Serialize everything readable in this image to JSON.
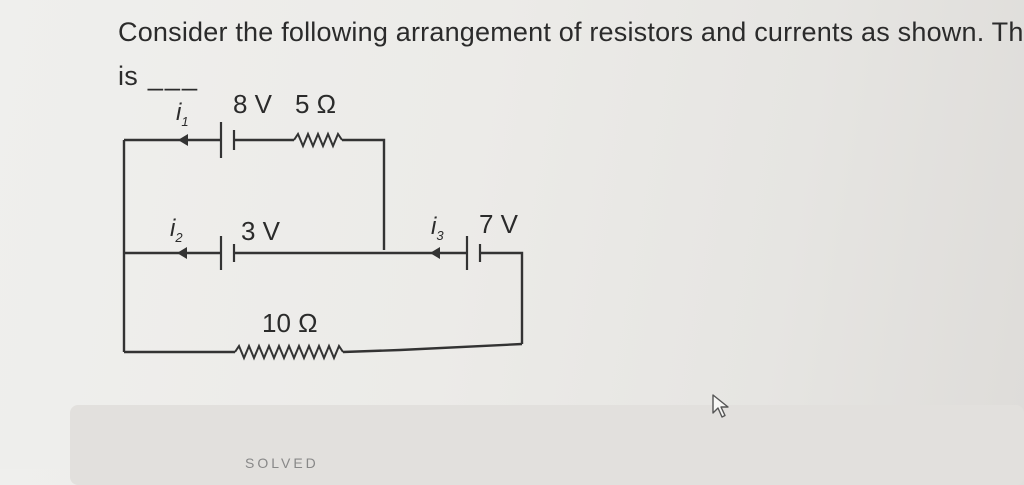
{
  "question": {
    "line1": "Consider the following arrangement of resistors and currents as shown. The",
    "line2_prefix": "is",
    "blank": "___"
  },
  "circuit": {
    "current_labels": {
      "i1": "i",
      "i1_sub": "1",
      "i2": "i",
      "i2_sub": "2",
      "i3": "i",
      "i3_sub": "3"
    },
    "battery_top_label": "8 V",
    "resistor_top_label": "5 Ω",
    "battery_middle_label": "3 V",
    "battery_right_label": "7 V",
    "resistor_bottom_label": "10 Ω"
  },
  "footer": {
    "partial_text": "SOLVED"
  },
  "colors": {
    "background": "#ecebe8",
    "ink": "#2b2b2b",
    "wire": "#333333"
  }
}
